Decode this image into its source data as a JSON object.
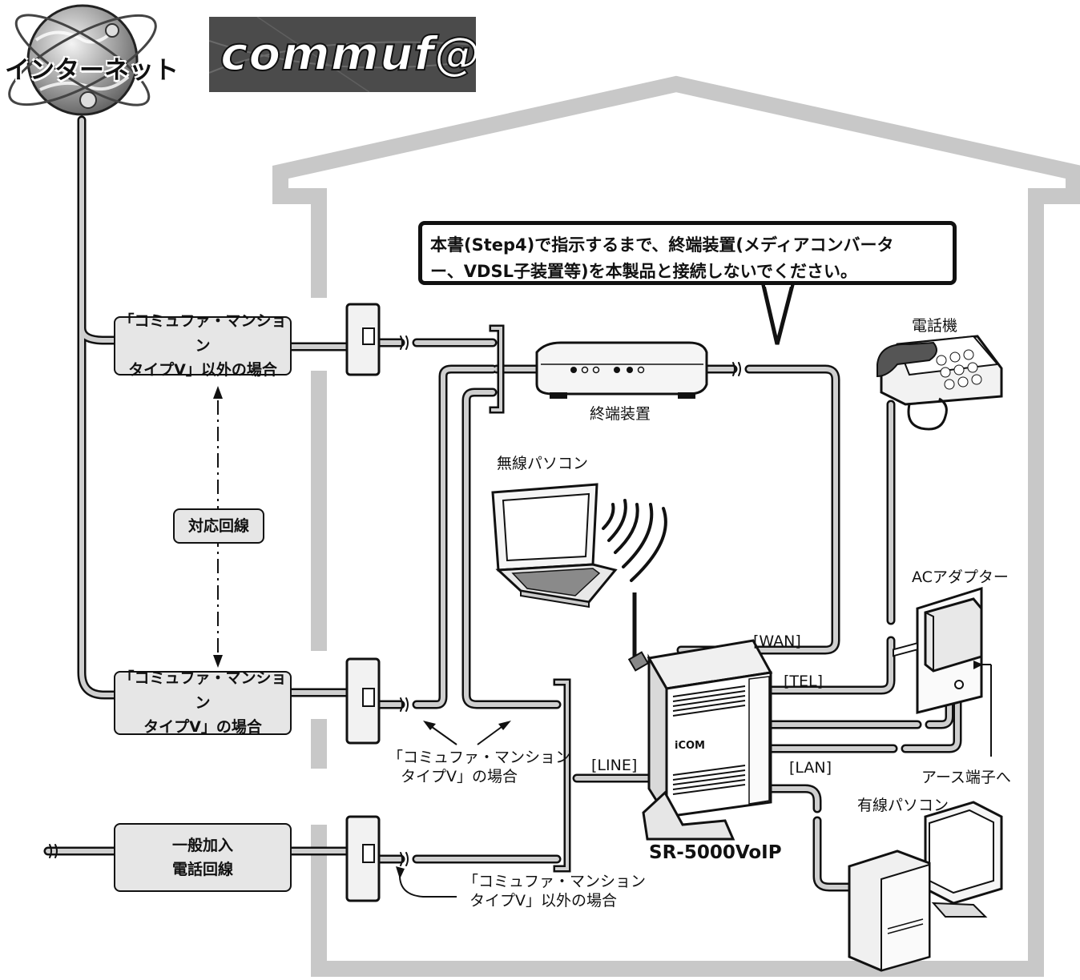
{
  "internet_label": "インターネット",
  "logo_text": "commuf@",
  "callout": {
    "line1": "本書(Step4)で指示するまで、終端装置(メディアコンバータ",
    "line2": "ー、VDSL子装置等)を本製品と接続しないでください。"
  },
  "boxes": {
    "other_type": {
      "line1": "「コミュファ・マンション",
      "line2": "タイプV」以外の場合"
    },
    "supported": "対応回線",
    "type_v": {
      "line1": "「コミュファ・マンション",
      "line2": "タイプV」の場合"
    },
    "general": {
      "line1": "一般加入",
      "line2": "電話回線"
    }
  },
  "labels": {
    "terminal_device": "終端装置",
    "wireless_pc": "無線パソコン",
    "telephone": "電話機",
    "ac_adapter": "ACアダプター",
    "earth": "アース端子へ",
    "wired_pc": "有線パソコン",
    "wan": "[WAN]",
    "tel": "[TEL]",
    "line": "[LINE]",
    "lan": "[LAN]",
    "type_v_note": {
      "line1": "「コミュファ・マンション",
      "line2": "タイプV」の場合"
    },
    "other_type_note": {
      "line1": "「コミュファ・マンション",
      "line2": "タイプV」以外の場合"
    }
  },
  "model": "SR-5000VoIP",
  "router_brand": "iCOM",
  "colors": {
    "house_outline": "#c8c8c8",
    "box_fill": "#e6e6e6",
    "cable": "#bdbdbd",
    "logo_bg": "#4b4b4b"
  }
}
